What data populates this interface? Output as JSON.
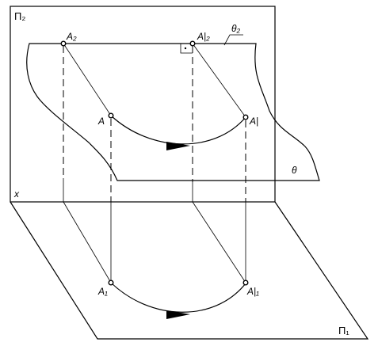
{
  "labels": {
    "plane_p2": "Π₂",
    "plane_p1": "Π₁",
    "axis_x": "x",
    "a2": "A₂",
    "a2_prime": "A|₂",
    "theta2": "θ₂",
    "a": "A",
    "a_prime": "A|",
    "theta": "θ",
    "a1": "A₁",
    "a1_prime": "A|₁"
  }
}
